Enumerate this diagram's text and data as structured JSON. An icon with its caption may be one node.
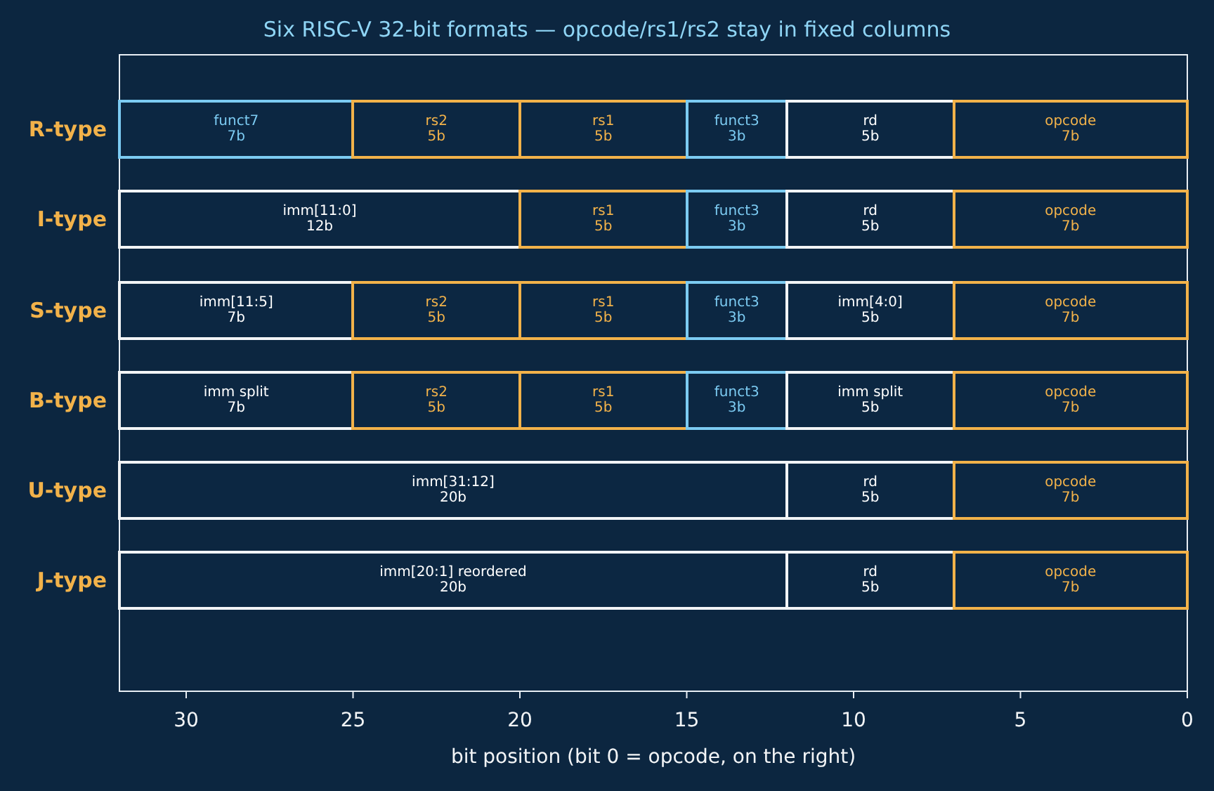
{
  "diagram": {
    "title": "Six RISC-V 32-bit formats — opcode/rs1/rs2 stay in fixed columns",
    "nodes": [
      {
        "text": [
          "funct7",
          "7b"
        ]
      },
      {
        "text": [
          "rs2",
          "5b"
        ]
      },
      {
        "text": [
          "rs1",
          "5b"
        ]
      },
      {
        "text": [
          "funct3",
          "3b"
        ]
      },
      {
        "text": [
          "rd",
          "5b"
        ]
      },
      {
        "text": [
          "opcode",
          "7b"
        ]
      },
      {
        "text": [
          "imm[11:0]",
          "12b"
        ]
      },
      {
        "text": [
          "rs1",
          "5b"
        ]
      },
      {
        "text": [
          "funct3",
          "3b"
        ]
      },
      {
        "text": [
          "rd",
          "5b"
        ]
      },
      {
        "text": [
          "opcode",
          "7b"
        ]
      },
      {
        "text": [
          "imm[11:5]",
          "7b"
        ]
      },
      {
        "text": [
          "rs2",
          "5b"
        ]
      },
      {
        "text": [
          "rs1",
          "5b"
        ]
      },
      {
        "text": [
          "funct3",
          "3b"
        ]
      },
      {
        "text": [
          "imm[4:0]",
          "5b"
        ]
      },
      {
        "text": [
          "opcode",
          "7b"
        ]
      },
      {
        "text": [
          "imm split",
          "7b"
        ]
      },
      {
        "text": [
          "rs2",
          "5b"
        ]
      },
      {
        "text": [
          "rs1",
          "5b"
        ]
      },
      {
        "text": [
          "funct3",
          "3b"
        ]
      },
      {
        "text": [
          "imm split",
          "5b"
        ]
      },
      {
        "text": [
          "opcode",
          "7b"
        ]
      },
      {
        "text": [
          "imm[31:12]",
          "20b"
        ]
      },
      {
        "text": [
          "rd",
          "5b"
        ]
      },
      {
        "text": [
          "opcode",
          "7b"
        ]
      },
      {
        "text": [
          "imm[20:1] reordered",
          "20b"
        ]
      },
      {
        "text": [
          "rd",
          "5b"
        ]
      },
      {
        "text": [
          "opcode",
          "7b"
        ]
      }
    ],
    "edges": [],
    "labels": [
      "R-type",
      "I-type",
      "S-type",
      "B-type",
      "U-type",
      "J-type",
      "30",
      "25",
      "20",
      "15",
      "10",
      "5",
      "0",
      "bit position (bit 0 = opcode, on the right)"
    ]
  }
}
